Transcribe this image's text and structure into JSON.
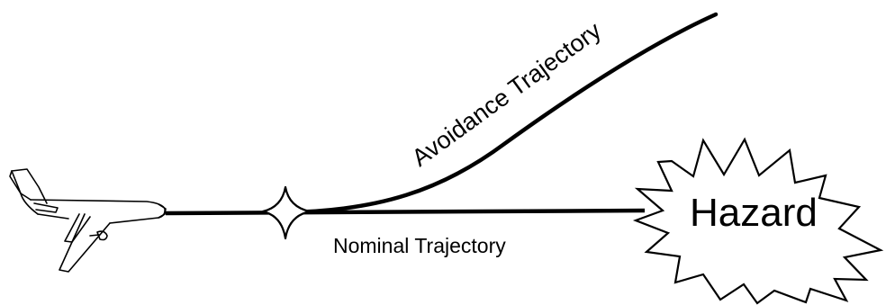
{
  "labels": {
    "avoidance": "Avoidance Trajectory",
    "nominal": "Nominal Trajectory",
    "hazard": "Hazard"
  },
  "colors": {
    "ink": "#000000",
    "paper": "#ffffff"
  }
}
